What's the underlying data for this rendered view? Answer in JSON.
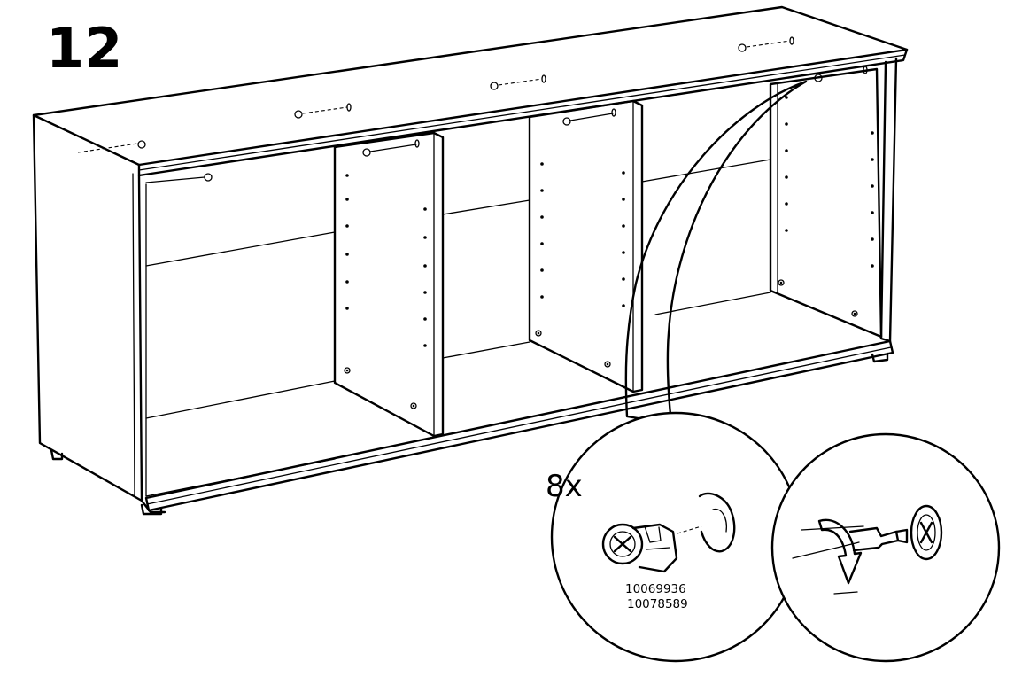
{
  "step": {
    "number": "12"
  },
  "detail": {
    "quantity": "8x",
    "part_numbers": [
      "10069936",
      "10078589"
    ]
  },
  "icons": {
    "cabinet": "tv-bench-frame-illustration",
    "cam_lock": "cam-lock-fitting-icon",
    "screwdriver": "screwdriver-icon",
    "rotation_arrow": "clockwise-turn-arrow-icon"
  },
  "colors": {
    "ink": "#000000",
    "paper": "#ffffff"
  }
}
